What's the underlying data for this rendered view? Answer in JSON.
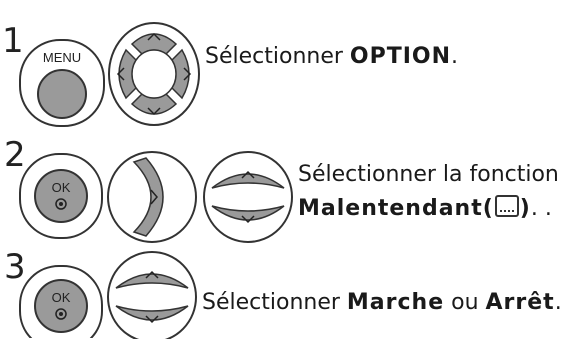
{
  "steps": [
    {
      "number": "1",
      "menu_label": "MENU",
      "text_prefix": "Sélectionner ",
      "text_bold": "OPTION",
      "text_suffix": "."
    },
    {
      "number": "2",
      "ok_label": "OK",
      "line1": "Sélectionner la fonction",
      "line2_bold": "Malentendant(",
      "line2_bold_end": ")",
      "line2_suffix": ". ."
    },
    {
      "number": "3",
      "ok_label": "OK",
      "text_prefix": "Sélectionner ",
      "text_bold1": "Marche",
      "text_mid": " ou ",
      "text_bold2": "Arrêt",
      "text_suffix": "."
    }
  ],
  "colors": {
    "button_fill": "#9a9a9a",
    "button_stroke": "#333333",
    "background": "#ffffff"
  }
}
